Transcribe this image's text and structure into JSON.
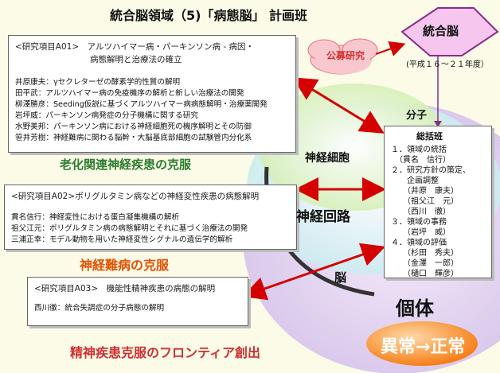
{
  "title": "統合脳領域（5)「病態脳」 計画班",
  "top_right": {
    "badge": "統合脳",
    "period": "(平成１６～２１年度）",
    "cloud": "公募研究"
  },
  "center_labels": {
    "bunshi": "分子",
    "shinkei_saibou": "神経細胞",
    "shinkei_kairo": "神経回路",
    "nou": "脳",
    "kotai": "個体"
  },
  "box1": {
    "header_line1": "<研究項目A01>　アルツハイマー病・パーキンソン病 - 病因・",
    "header_line2": "病態解明と治療法の確立",
    "lines": [
      "井原康夫：γセクレターゼの酵素学的性質の解明",
      "田平武：アルツハイマー病の免疫機序の解析と新しい治療法の開発",
      "柳澤勝彦：Seeding仮説に基づくアルツハイマー病病態解明・治療薬開発",
      "岩坪威：パーキンソン病発症の分子機構に関する研究",
      "水野美邦：パーキンソン病における神経細胞死の機序解明とその防御",
      "笹井芳樹：神経難病に関わる脳幹・大脳基底部細胞の試験管内分化系"
    ],
    "caption": "老化関連神経疾患の克服"
  },
  "box2": {
    "header": "<研究項目A02>ポリグルタミン病などの神経変性疾患の病態解明",
    "lines": [
      "貫名信行：神経変性における蛋白凝集機構の解析",
      "祖父江元：ポリグルタミン病の病態解明とそれに基づく治療法の開発",
      "三浦正幸：モデル動物を用いた神経変性シグナルの遺伝学的解析"
    ],
    "caption": "神経難病の克服"
  },
  "box3": {
    "header": "<研究項目A03>　機能性精神疾患の病態の解明",
    "lines": [
      "西川徹：統合失調症の分子病態の解明"
    ],
    "caption": "精神疾患克服のフロンティア創出"
  },
  "sokatsu": {
    "title": "総括班",
    "lines": [
      "１．領域の統括",
      "　（貫名　信行）",
      "２．研究方針の策定、",
      "　　企画調整",
      "　　（井原　康夫）",
      "　　（祖父江　元）",
      "　　（西川　徹）",
      "３．領域の事務",
      "　　（岩坪　威）",
      "４．領域の評価",
      "　　（杉田　秀夫）",
      "　　（金澤　一郎）",
      "　　（樋口　輝彦）"
    ]
  },
  "goal": "異常→正常",
  "colors": {
    "green": "#2e7d32",
    "orange": "#e65100",
    "red": "#d32f2f",
    "badge_fill": "#f6c6ee",
    "badge_border": "#8a2b8a",
    "goal_fill": "#f57f17",
    "cloud_fill": "#f9c8cf",
    "arrow": "#d50000"
  }
}
